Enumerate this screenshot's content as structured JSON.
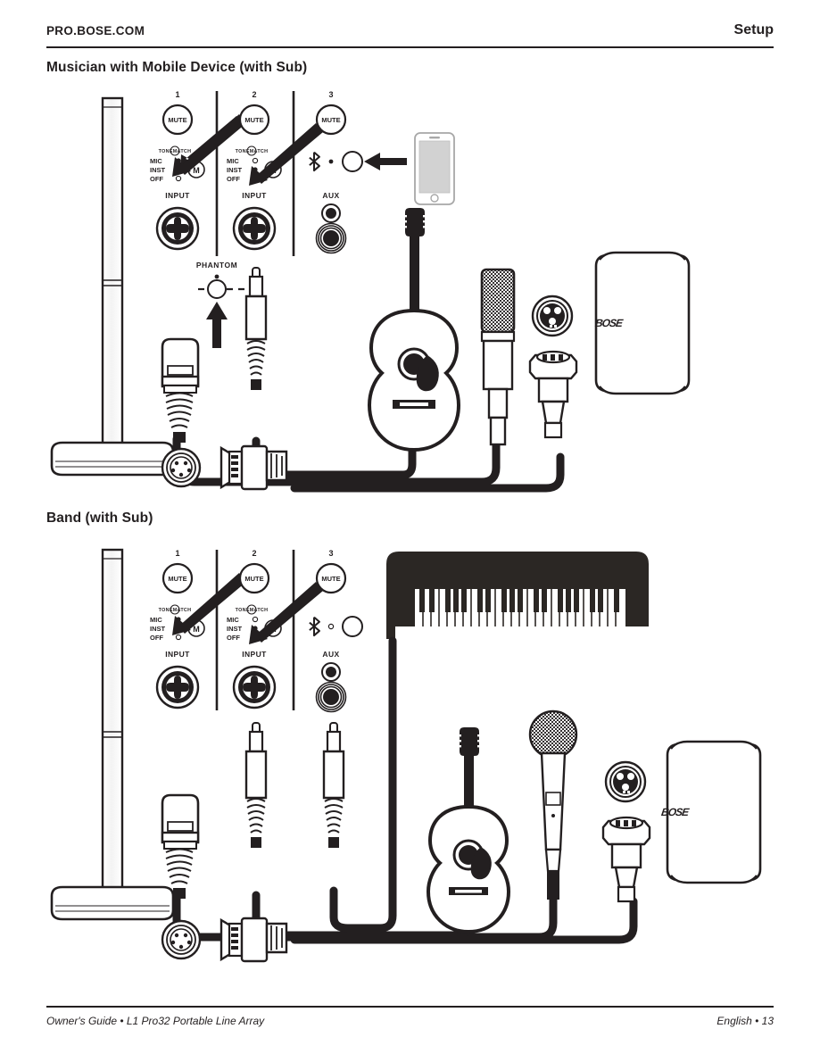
{
  "header": {
    "site": "PRO.BOSE.COM",
    "section": "Setup"
  },
  "footer": {
    "left": "Owner's Guide • L1 Pro32 Portable Line Array",
    "right": "English • 13"
  },
  "sections": [
    {
      "id": "musician",
      "title": "Musician with Mobile Device (with Sub)",
      "mixer": {
        "channels": [
          {
            "number": "1",
            "mute_label": "MUTE",
            "tonematch_label": "TONEMATCH",
            "tonematch_badge": "M",
            "modes": [
              {
                "label": "MIC",
                "selected": true
              },
              {
                "label": "INST",
                "selected": false
              },
              {
                "label": "OFF",
                "selected": false
              }
            ],
            "jack_label": "INPUT",
            "arrow": true
          },
          {
            "number": "2",
            "mute_label": "MUTE",
            "tonematch_label": "TONEMATCH",
            "tonematch_badge": "M",
            "modes": [
              {
                "label": "MIC",
                "selected": false
              },
              {
                "label": "INST",
                "selected": true
              },
              {
                "label": "OFF",
                "selected": false
              }
            ],
            "jack_label": "INPUT",
            "arrow": true
          },
          {
            "number": "3",
            "mute_label": "MUTE",
            "bluetooth_icon": "bluetooth-icon",
            "jack_label": "AUX",
            "arrow": false
          }
        ]
      },
      "phantom_label": "PHANTOM",
      "devices": [
        "line-array-speaker",
        "xlr-microphone-cable",
        "trs-instrument-cable",
        "acoustic-guitar",
        "condenser-microphone",
        "sub-connector",
        "bose-subwoofer",
        "mobile-device"
      ],
      "sub_logo": "BOSE"
    },
    {
      "id": "band",
      "title": "Band (with Sub)",
      "mixer": {
        "channels": [
          {
            "number": "1",
            "mute_label": "MUTE",
            "tonematch_label": "TONEMATCH",
            "tonematch_badge": "M",
            "modes": [
              {
                "label": "MIC",
                "selected": true
              },
              {
                "label": "INST",
                "selected": false
              },
              {
                "label": "OFF",
                "selected": false
              }
            ],
            "jack_label": "INPUT",
            "arrow": true
          },
          {
            "number": "2",
            "mute_label": "MUTE",
            "tonematch_label": "TONEMATCH",
            "tonematch_badge": "M",
            "modes": [
              {
                "label": "MIC",
                "selected": false
              },
              {
                "label": "INST",
                "selected": true
              },
              {
                "label": "OFF",
                "selected": false
              }
            ],
            "jack_label": "INPUT",
            "arrow": true
          },
          {
            "number": "3",
            "mute_label": "MUTE",
            "bluetooth_icon": "bluetooth-icon",
            "jack_label": "AUX",
            "arrow": false
          }
        ]
      },
      "devices": [
        "line-array-speaker",
        "xlr-microphone-cable",
        "trs-instrument-cable",
        "trs-instrument-cable",
        "acoustic-guitar",
        "handheld-microphone",
        "keyboard",
        "sub-connector",
        "bose-subwoofer"
      ],
      "sub_logo": "BOSE"
    }
  ],
  "colors": {
    "ink": "#231f20",
    "paper": "#ffffff",
    "device_gray": "#9a9a9a",
    "light_gray": "#c9c9c9",
    "keyboard_body": "#2b2724"
  }
}
